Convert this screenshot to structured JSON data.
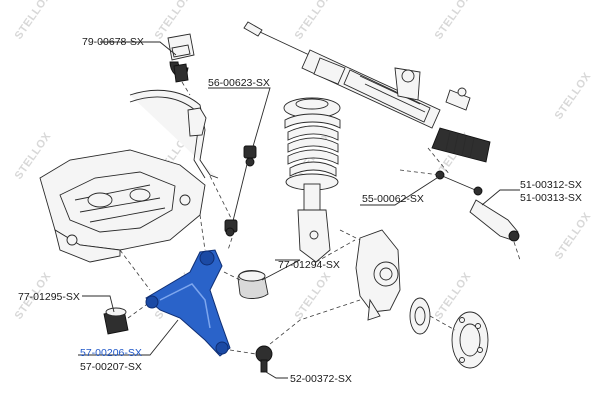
{
  "watermark": "STELLOX",
  "labels": {
    "p79_00678": "79-00678-SX",
    "p56_00623": "56-00623-SX",
    "p55_00062": "55-00062-SX",
    "p51_00312": "51-00312-SX",
    "p51_00313": "51-00313-SX",
    "p77_01294": "77-01294-SX",
    "p77_01295": "77-01295-SX",
    "p57_00206": "57-00206-SX",
    "p57_00207": "57-00207-SX",
    "p52_00372": "52-00372-SX"
  },
  "colors": {
    "highlight": "#1f57c8",
    "line": "#2a2a2a",
    "watermark": "#d8d8d8"
  }
}
